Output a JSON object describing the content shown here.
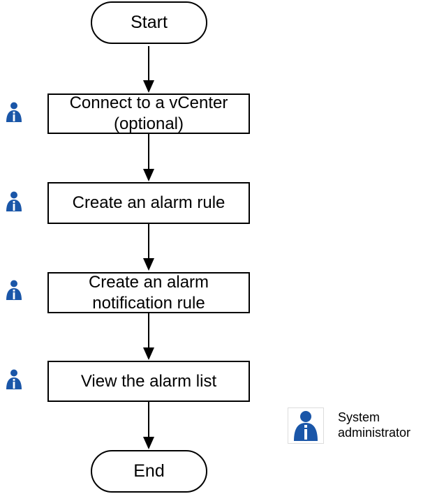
{
  "flowchart": {
    "start": "Start",
    "end": "End",
    "steps": [
      {
        "line1": "Connect to a vCenter",
        "line2": "(optional)"
      },
      {
        "line1": "Create an alarm rule",
        "line2": ""
      },
      {
        "line1": "Create an alarm",
        "line2": "notification rule"
      },
      {
        "line1": "View the alarm list",
        "line2": ""
      }
    ]
  },
  "legend": {
    "line1": "System",
    "line2": "administrator"
  },
  "colors": {
    "icon": "#1a56a8",
    "stroke": "#000000"
  },
  "icons": {
    "actor": "system-administrator-icon"
  }
}
